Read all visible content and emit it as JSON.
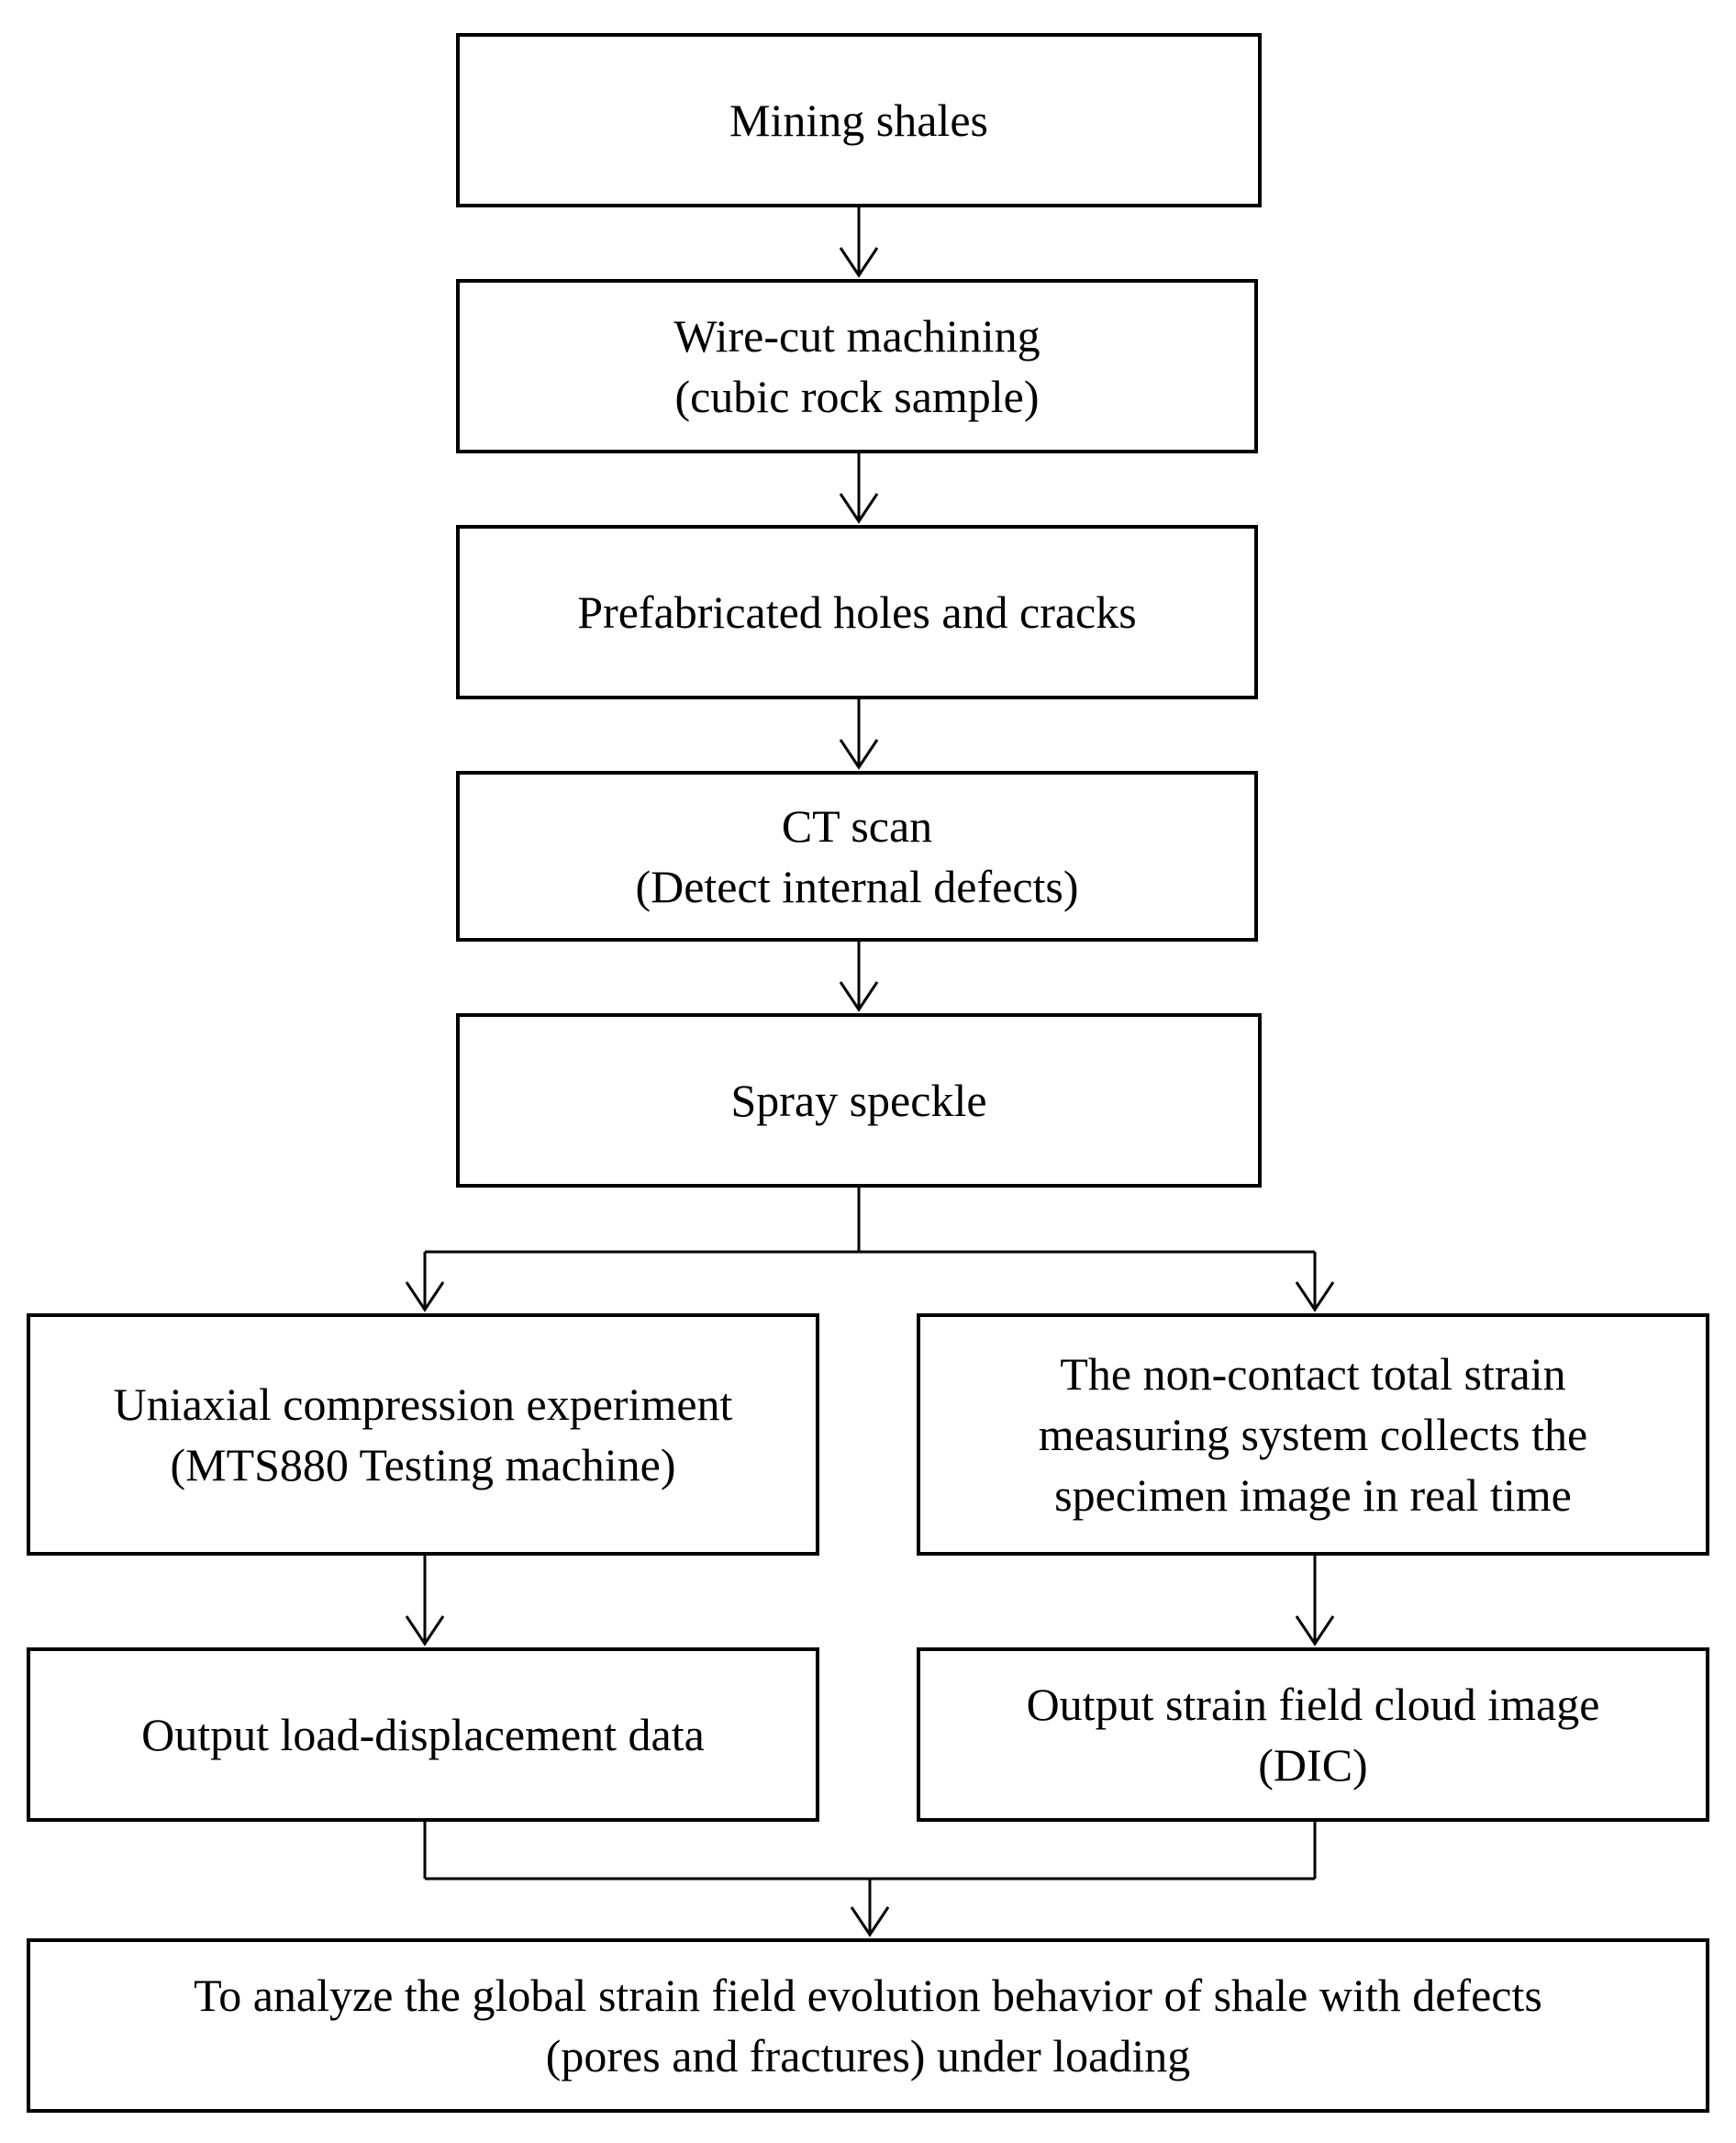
{
  "nodes": {
    "mining": {
      "lines": [
        "Mining shales"
      ]
    },
    "wirecut": {
      "lines": [
        "Wire-cut machining",
        "(cubic rock sample)"
      ]
    },
    "prefab": {
      "lines": [
        "Prefabricated holes and cracks"
      ]
    },
    "ct": {
      "lines": [
        "CT scan",
        "(Detect internal defects)"
      ]
    },
    "spray": {
      "lines": [
        "Spray speckle"
      ]
    },
    "uniaxial": {
      "lines": [
        "Uniaxial compression experiment",
        "(MTS880 Testing machine)"
      ]
    },
    "noncontact": {
      "lines": [
        "The non-contact total strain",
        "measuring system collects the",
        "specimen image in real time"
      ]
    },
    "loaddisp": {
      "lines": [
        "Output load-displacement data"
      ]
    },
    "strain": {
      "lines": [
        "Output strain field cloud image",
        "(DIC)"
      ]
    },
    "analyze": {
      "lines": [
        "To analyze the global strain field evolution behavior of shale with defects",
        "(pores and fractures) under loading"
      ]
    }
  },
  "edges": [
    {
      "from": "mining",
      "to": "wirecut"
    },
    {
      "from": "wirecut",
      "to": "prefab"
    },
    {
      "from": "prefab",
      "to": "ct"
    },
    {
      "from": "ct",
      "to": "spray"
    },
    {
      "from": "spray",
      "to": "uniaxial"
    },
    {
      "from": "spray",
      "to": "noncontact"
    },
    {
      "from": "uniaxial",
      "to": "loaddisp"
    },
    {
      "from": "noncontact",
      "to": "strain"
    },
    {
      "from": "loaddisp",
      "to": "analyze"
    },
    {
      "from": "strain",
      "to": "analyze"
    }
  ]
}
